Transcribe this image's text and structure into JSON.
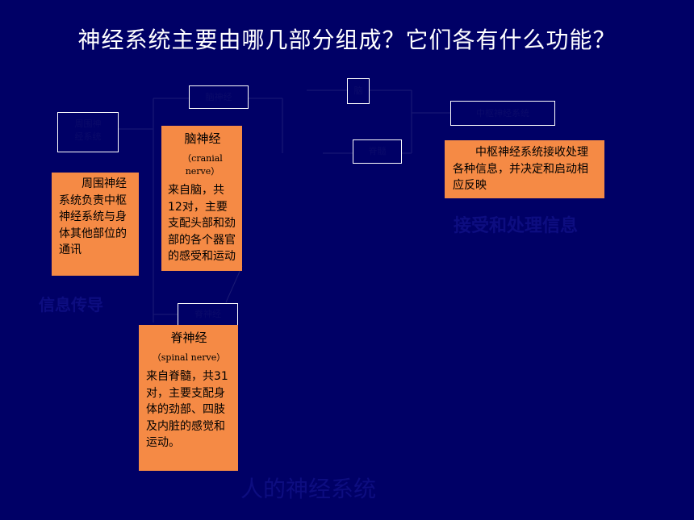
{
  "title": "神经系统主要由哪几部分组成？它们各有什么功能？",
  "ghost_boxes": {
    "brain_nerve_label": "脑神经",
    "peripheral_label_line1": "周围神",
    "peripheral_label_line2": "经系统",
    "brain_label": "脑",
    "spinal_cord_label": "脊髓",
    "central_label": "中枢神经系统",
    "spinal_nerve_label": "脊神经"
  },
  "boxes": {
    "peripheral_function": "周围神经系统负责中枢神经系统与身体其他部位的通讯",
    "cranial": {
      "head": "脑神经",
      "sub": "（cranial nerve）",
      "body": "来自脑，共12对，主要支配头部和劲部的各个器官的感受和运动"
    },
    "central_function": "中枢神经系统接收处理各种信息，并决定和启动相应反映",
    "spinal": {
      "head": "脊神经",
      "sub": "（spinal  nerve）",
      "body": "来自脊髓，共31对，主要支配身体的劲部、四肢及内脏的感觉和运动。"
    }
  },
  "dim_labels": {
    "info_transfer": "信息传导",
    "receive_process": "接受和处理信息",
    "system_name": "人的神经系统"
  },
  "colors": {
    "background": "#000066",
    "box_fill": "#f58a45",
    "dim_text": "#0d0d80"
  }
}
